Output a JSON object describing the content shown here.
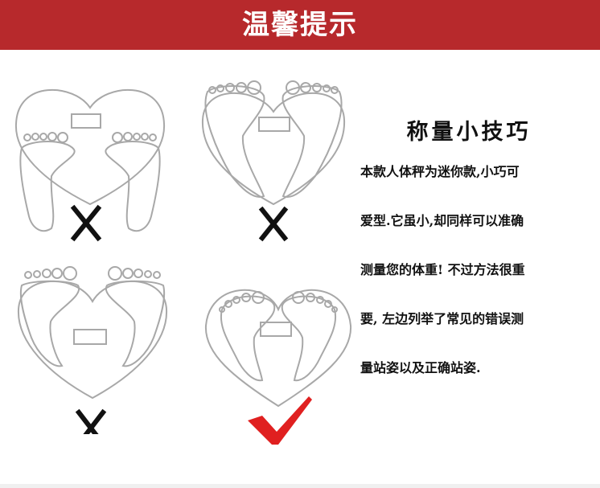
{
  "banner": {
    "title": "温馨提示",
    "color": "#b7292c"
  },
  "panels": [
    {
      "name": "toes-inward-heel-apart",
      "mark": "X",
      "mark_type": "cross"
    },
    {
      "name": "feet-crossed-top",
      "mark": "X",
      "mark_type": "cross"
    },
    {
      "name": "feet-spread-bottom",
      "mark": "X",
      "mark_type": "cross"
    },
    {
      "name": "correct-stance",
      "mark": "",
      "mark_type": "checkmark",
      "mark_color": "#e02020"
    }
  ],
  "tips": {
    "title": "称量小技巧",
    "lines": [
      "本款人体秤为迷你款,小巧可",
      "爱型.它虽小,却同样可以准确",
      "测量您的体重! 不过方法很重",
      "要, 左边列举了常见的错误测",
      "量站姿以及正确站姿."
    ]
  },
  "colors": {
    "outline": "#a8a8a8",
    "cross": "#111111",
    "check": "#e02020"
  }
}
